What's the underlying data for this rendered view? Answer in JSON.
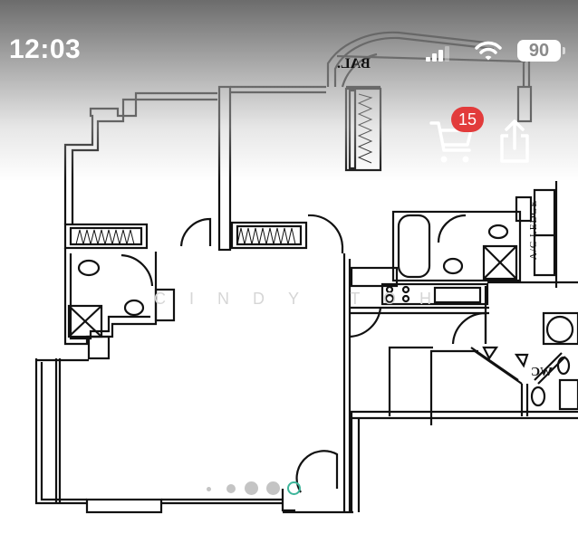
{
  "status_bar": {
    "time": "12:03",
    "battery": "90",
    "icons": [
      "signal-icon",
      "wifi-icon",
      "battery-icon"
    ]
  },
  "actions": {
    "cart_icon": "cart-icon",
    "cart_count": "15",
    "share_icon": "share-icon",
    "badge_color": "#e23b3b"
  },
  "floor_plan": {
    "labels": {
      "balcony": "BAL.",
      "ac_ledge": "A/C LEDGE",
      "wc": "WC"
    },
    "watermark": "CINDY TOH"
  },
  "pager": {
    "count": 5,
    "active_index": 4,
    "active_color": "#3cb59a"
  }
}
